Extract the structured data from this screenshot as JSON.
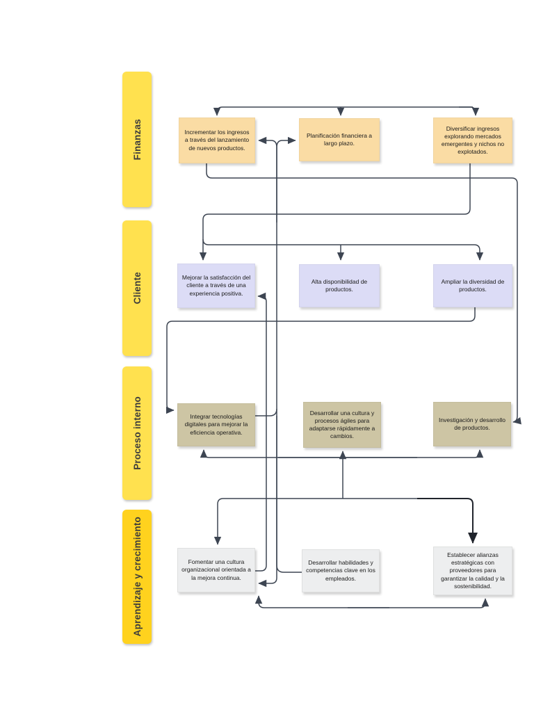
{
  "colors": {
    "band_yellow": "#FFE14F",
    "band_gold": "#FFD21E",
    "note_finance": "#FADCA4",
    "note_customer": "#DCDCF6",
    "note_process": "#CDC5A4",
    "note_learning": "#EDEEEF",
    "connector": "#3D4552"
  },
  "perspectives": [
    {
      "label": "Finanzas",
      "notes": [
        {
          "text": "Incrementar los ingresos a través del lanzamiento de nuevos productos."
        },
        {
          "text": "Planificación financiera a largo plazo."
        },
        {
          "text": "Diversificar ingresos explorando mercados emergentes y nichos no explotados."
        }
      ]
    },
    {
      "label": "Cliente",
      "notes": [
        {
          "text": "Mejorar la satisfacción del cliente a través de una experiencia positiva."
        },
        {
          "text": "Alta disponibilidad de productos."
        },
        {
          "text": "Ampliar la diversidad de productos."
        }
      ]
    },
    {
      "label": "Proceso interno",
      "notes": [
        {
          "text": "Integrar tecnologías digitales para mejorar la eficiencia operativa."
        },
        {
          "text": "Desarrollar una cultura y procesos ágiles para adaptarse rápidamente a cambios."
        },
        {
          "text": "Investigación y desarrollo de productos."
        }
      ]
    },
    {
      "label": "Aprendizaje y crecimiento",
      "notes": [
        {
          "text": "Fomentar una cultura organizacional orientada a la mejora continua."
        },
        {
          "text": "Desarrollar habilidades y competencias clave en los empleados."
        },
        {
          "text": "Establecer alianzas estratégicas con proveedores para garantizar la calidad y la sostenibilidad."
        }
      ]
    }
  ]
}
